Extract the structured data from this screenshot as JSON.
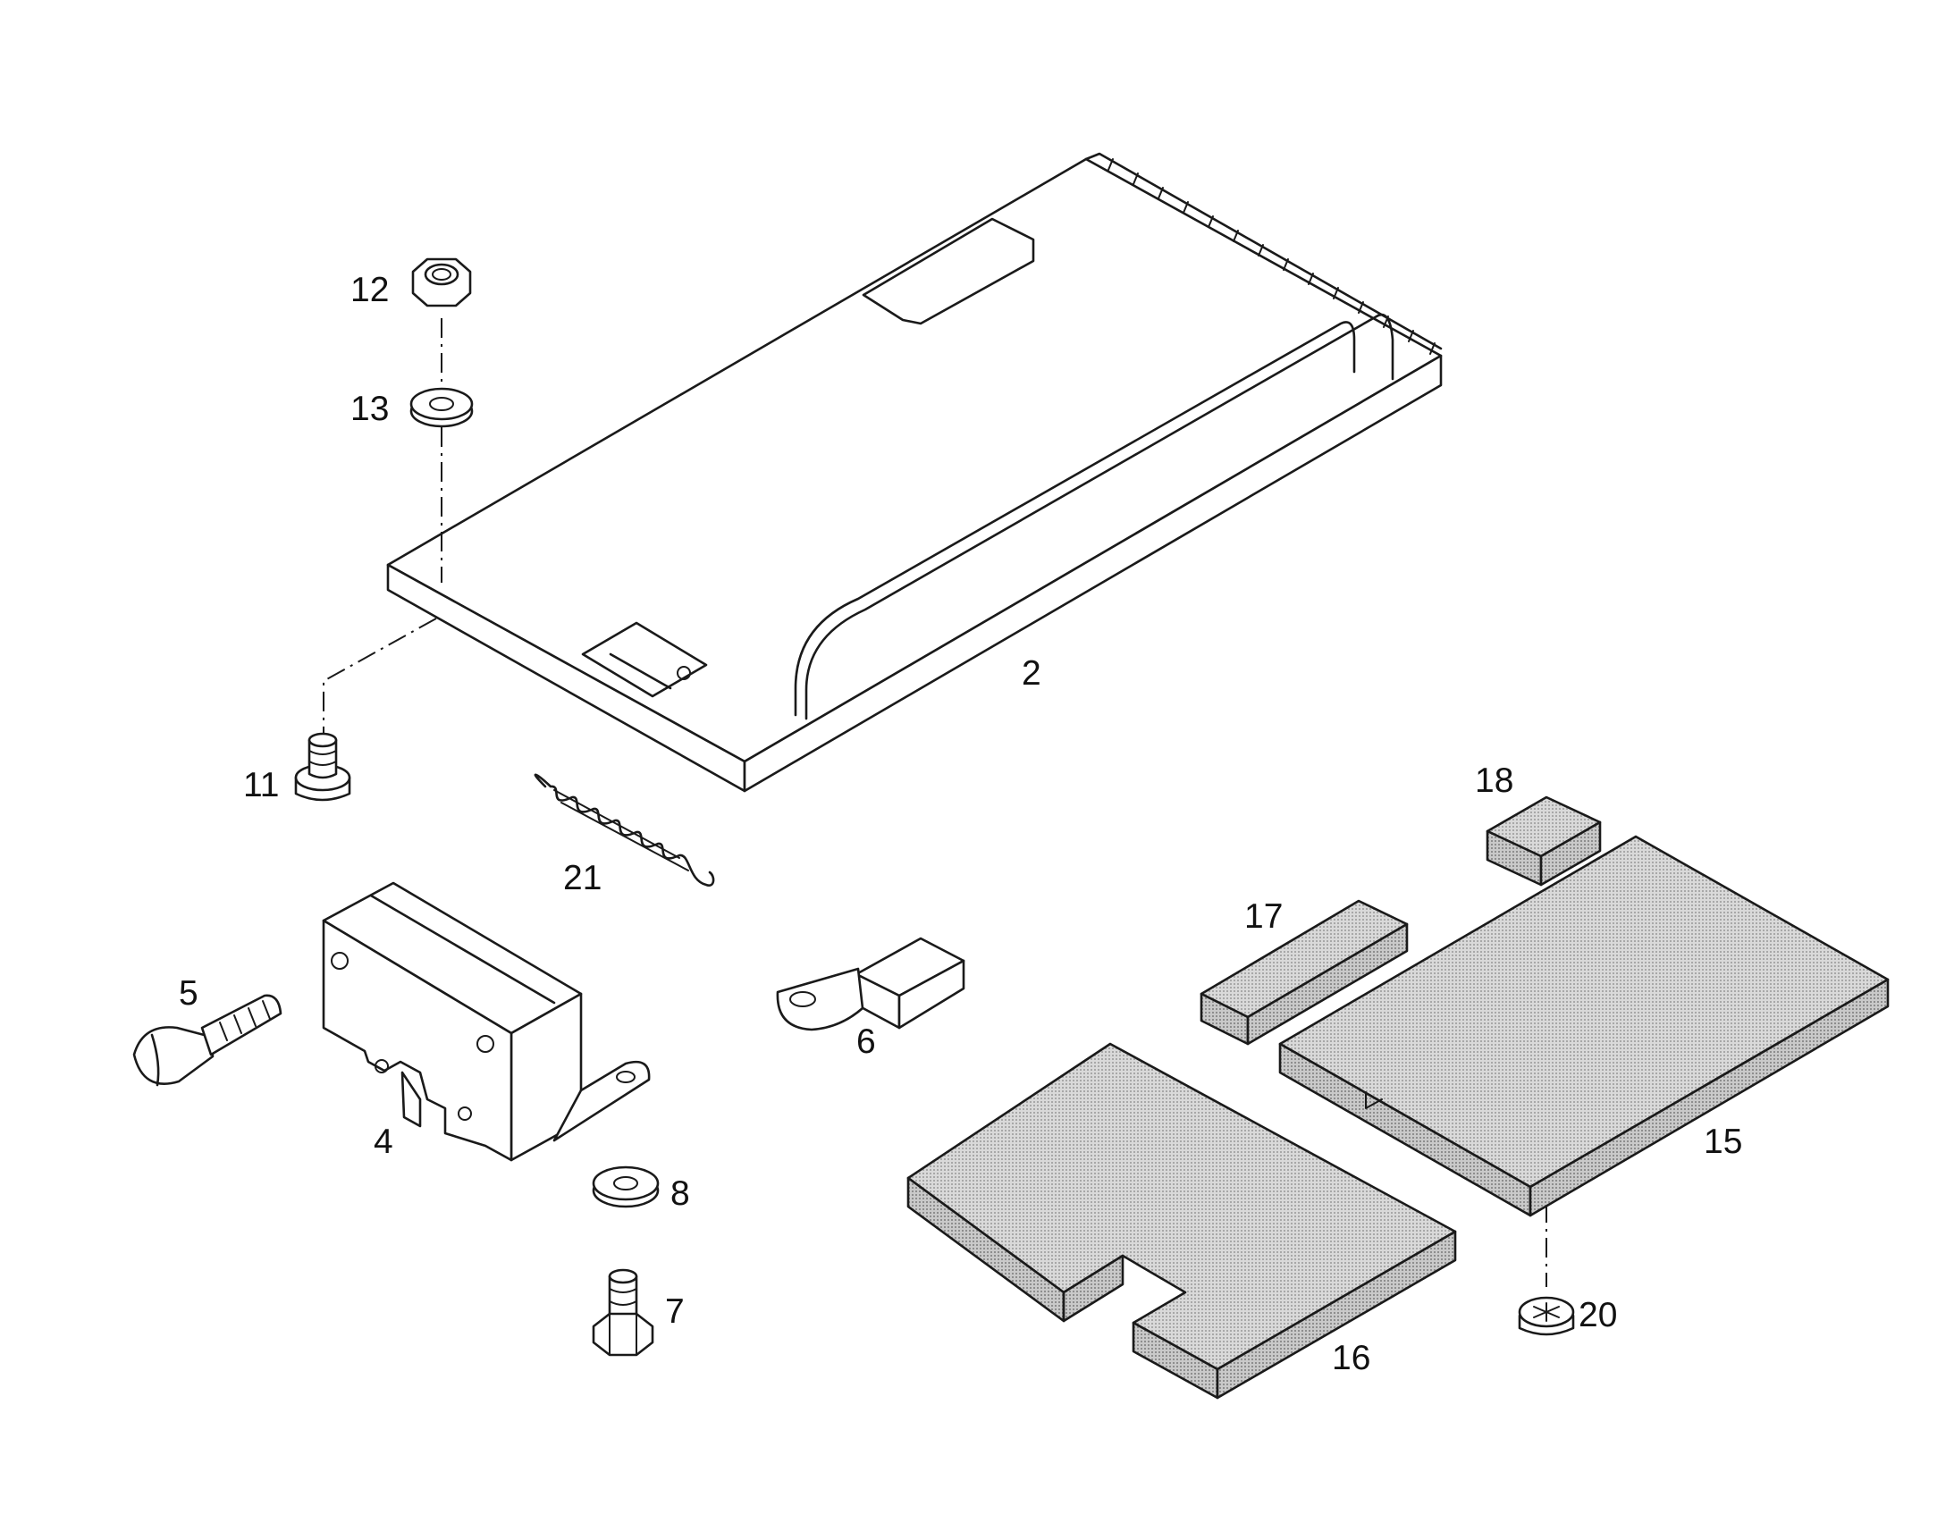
{
  "diagram": {
    "callouts": {
      "c2": "2",
      "c4": "4",
      "c5": "5",
      "c6": "6",
      "c7": "7",
      "c8": "8",
      "c11": "11",
      "c12": "12",
      "c13": "13",
      "c15": "15",
      "c16": "16",
      "c17": "17",
      "c18": "18",
      "c20": "20",
      "c21": "21"
    },
    "colors": {
      "line": "#1a1a1a",
      "felt": "#cfcfcf",
      "background": "#ffffff"
    }
  }
}
